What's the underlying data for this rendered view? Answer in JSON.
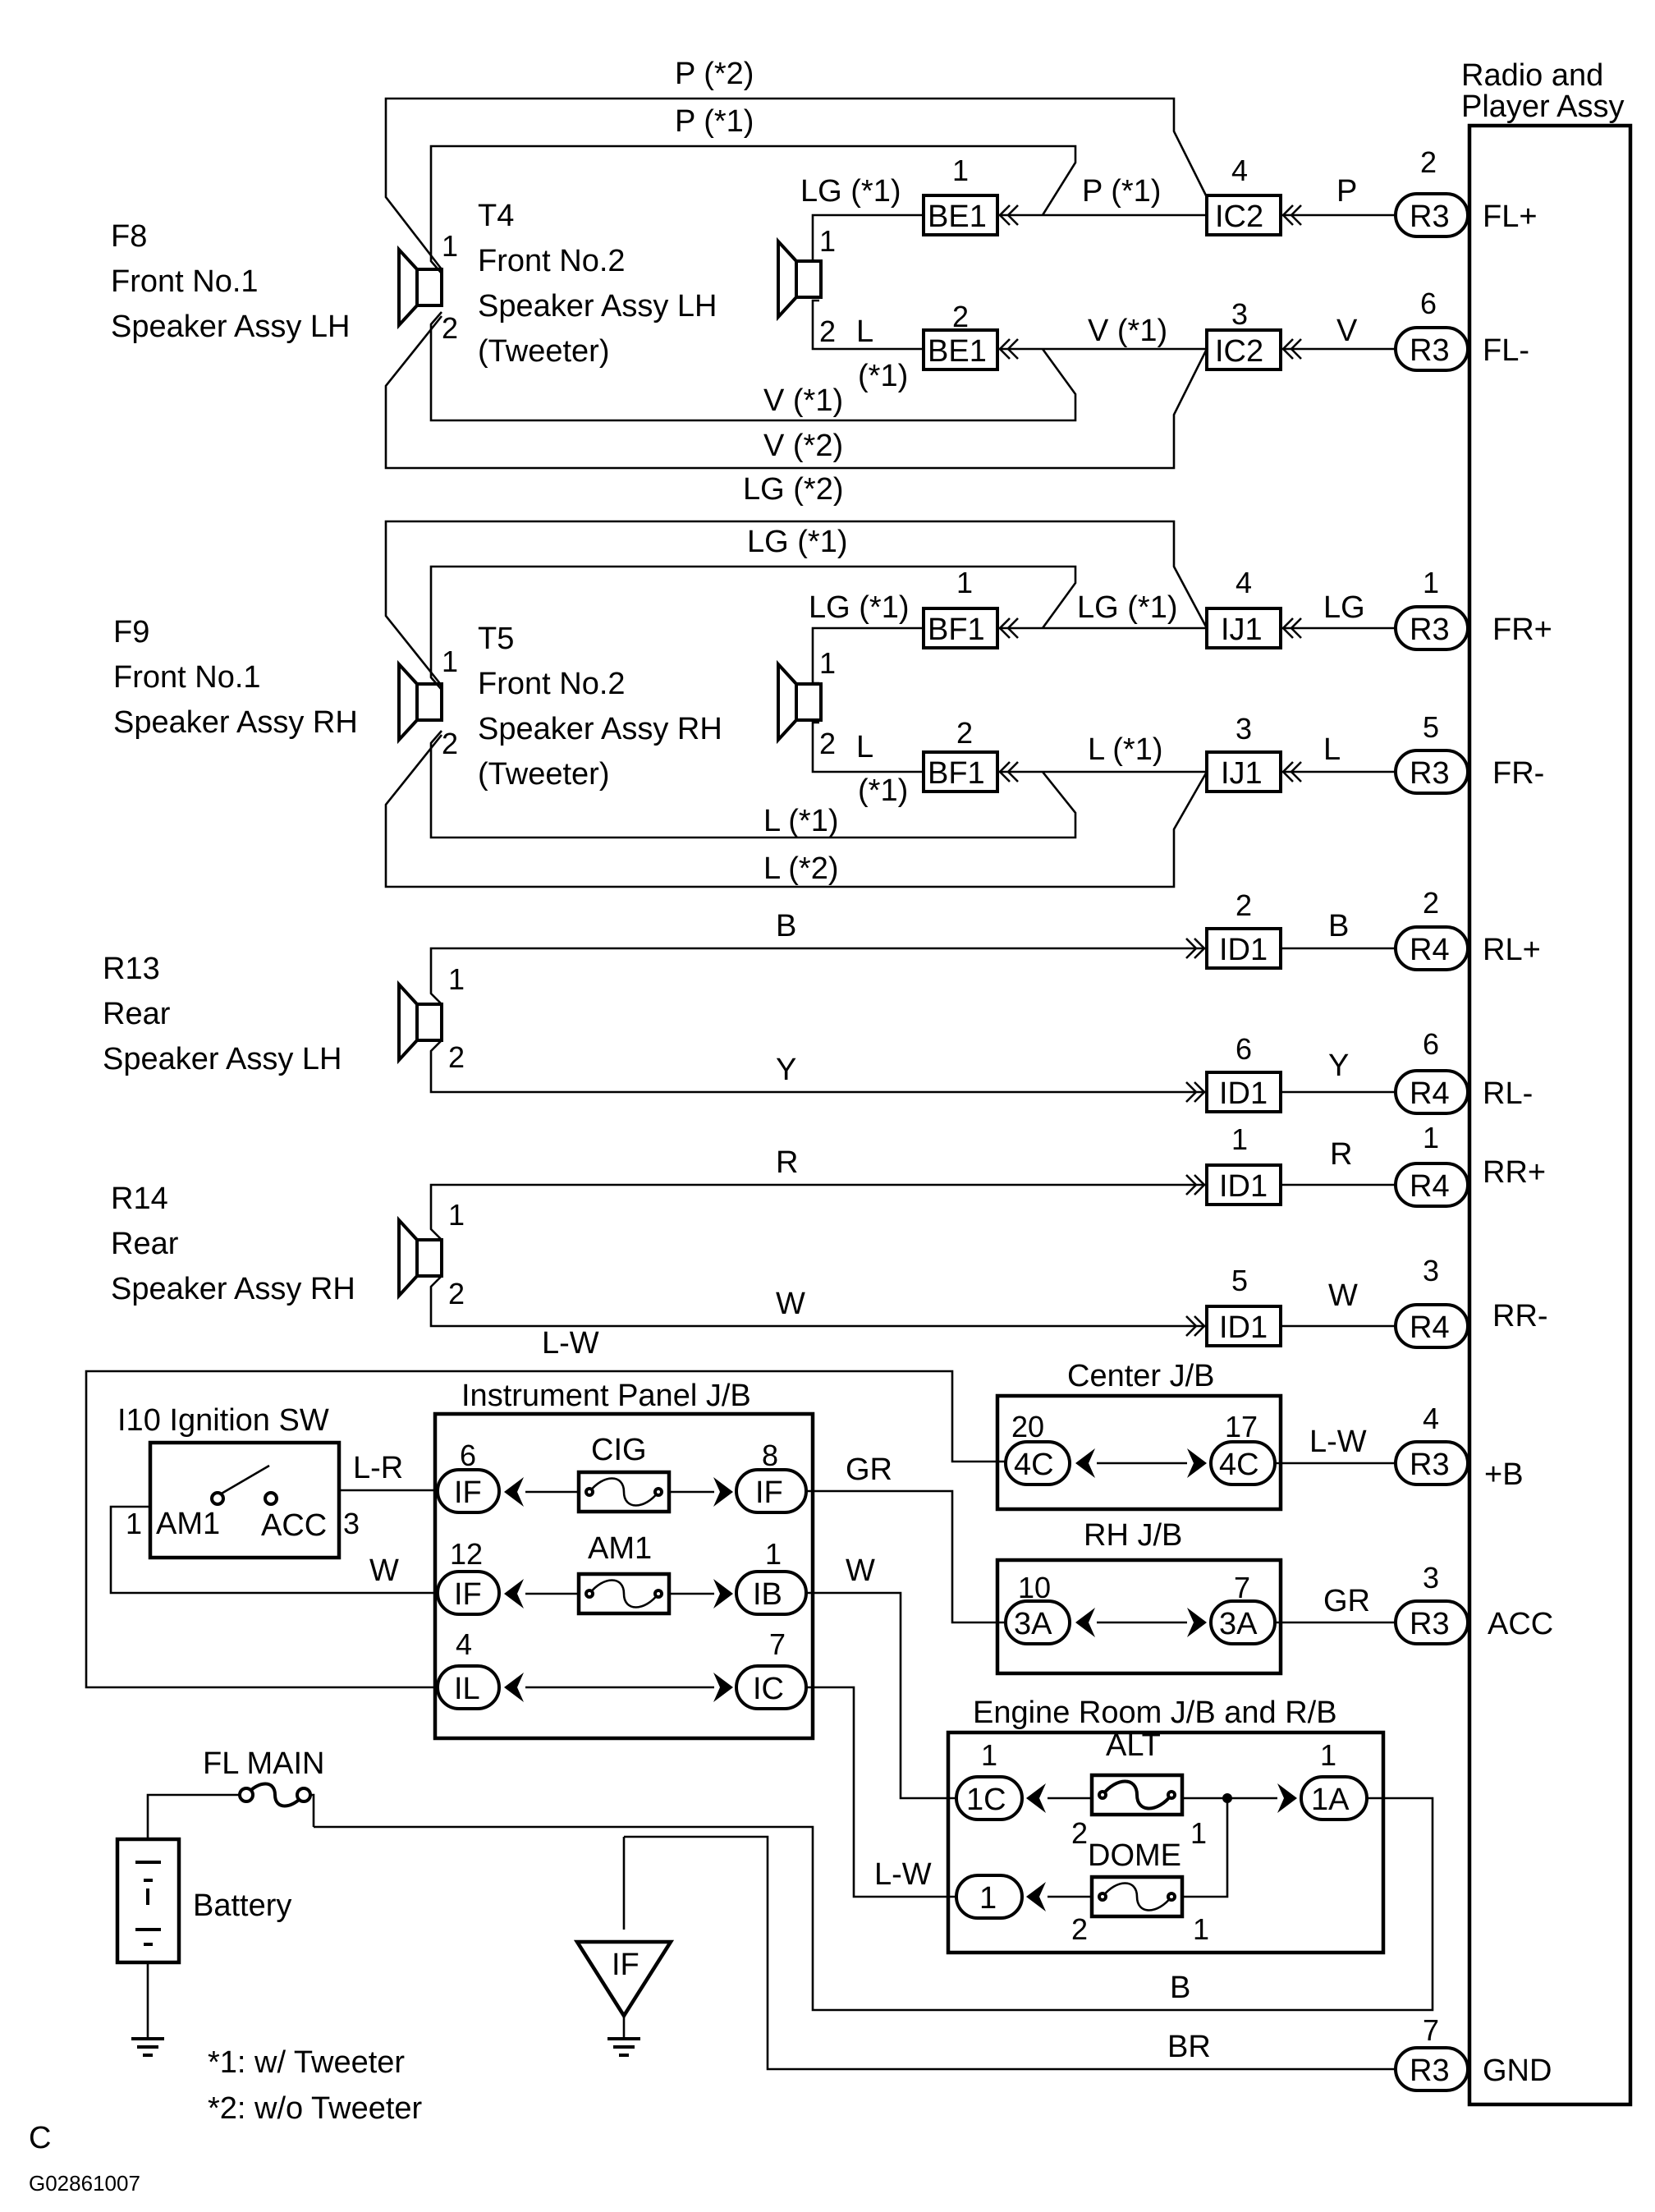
{
  "radio": {
    "title_line1": "Radio and",
    "title_line2": "Player Assy"
  },
  "components": {
    "f8": {
      "code": "F8",
      "line1": "Front No.1",
      "line2": "Speaker Assy LH"
    },
    "t4": {
      "code": "T4",
      "line1": "Front No.2",
      "line2": "Speaker Assy LH",
      "line3": "(Tweeter)"
    },
    "f9": {
      "code": "F9",
      "line1": "Front No.1",
      "line2": "Speaker Assy RH"
    },
    "t5": {
      "code": "T5",
      "line1": "Front No.2",
      "line2": "Speaker Assy RH",
      "line3": "(Tweeter)"
    },
    "r13": {
      "code": "R13",
      "line1": "Rear",
      "line2": "Speaker Assy LH"
    },
    "r14": {
      "code": "R14",
      "line1": "Rear",
      "line2": "Speaker Assy RH"
    },
    "ignition": {
      "title": "I10 Ignition SW",
      "am1": "AM1",
      "acc": "ACC",
      "pin1": "1",
      "pin3": "3"
    },
    "battery": {
      "label": "Battery"
    },
    "ground_if": {
      "label": "IF"
    }
  },
  "speaker_pins": {
    "p1": "1",
    "p2": "2"
  },
  "wires": {
    "p2": "P (*2)",
    "p1": "P (*1)",
    "v1": "V (*1)",
    "v2": "V (*2)",
    "lg2": "LG (*2)",
    "lg1": "LG (*1)",
    "l1": "L (*1)",
    "l2": "L (*2)",
    "lg_star1": "LG (*1)",
    "l_plain": "L",
    "star1": "(*1)",
    "p": "P",
    "v": "V",
    "lg": "LG",
    "l": "L",
    "b": "B",
    "y": "Y",
    "r": "R",
    "w": "W",
    "lw": "L-W",
    "lr": "L-R",
    "gr": "GR",
    "br": "BR"
  },
  "connectors": {
    "be1": "BE1",
    "bf1": "BF1",
    "ic2": "IC2",
    "ij1": "IJ1",
    "id1": "ID1",
    "r3": "R3",
    "r4": "R4",
    "if": "IF",
    "ib": "IB",
    "il": "IL",
    "ic": "IC",
    "c4": "4C",
    "a3": "3A",
    "c1": "1C",
    "a1": "1A",
    "one": "1"
  },
  "pin_numbers": {
    "n1": "1",
    "n2": "2",
    "n3": "3",
    "n4": "4",
    "n5": "5",
    "n6": "6",
    "n7": "7",
    "n8": "8",
    "n10": "10",
    "n12": "12",
    "n17": "17",
    "n20": "20"
  },
  "terminals": {
    "fl_plus": "FL+",
    "fl_minus": "FL-",
    "fr_plus": "FR+",
    "fr_minus": "FR-",
    "rl_plus": "RL+",
    "rl_minus": "RL-",
    "rr_plus": "RR+",
    "rr_minus": "RR-",
    "b_plus": "+B",
    "acc": "ACC",
    "gnd": "GND"
  },
  "junction_blocks": {
    "ip": "Instrument Panel J/B",
    "center": "Center J/B",
    "rh": "RH J/B",
    "engine": "Engine Room J/B and R/B"
  },
  "fuses": {
    "cig": "CIG",
    "am1": "AM1",
    "alt": "ALT",
    "dome": "DOME",
    "fl_main": "FL MAIN"
  },
  "notes": {
    "star1": "*1: w/ Tweeter",
    "star2": "*2: w/o Tweeter"
  },
  "footer": {
    "letter": "C",
    "code": "G02861007"
  }
}
